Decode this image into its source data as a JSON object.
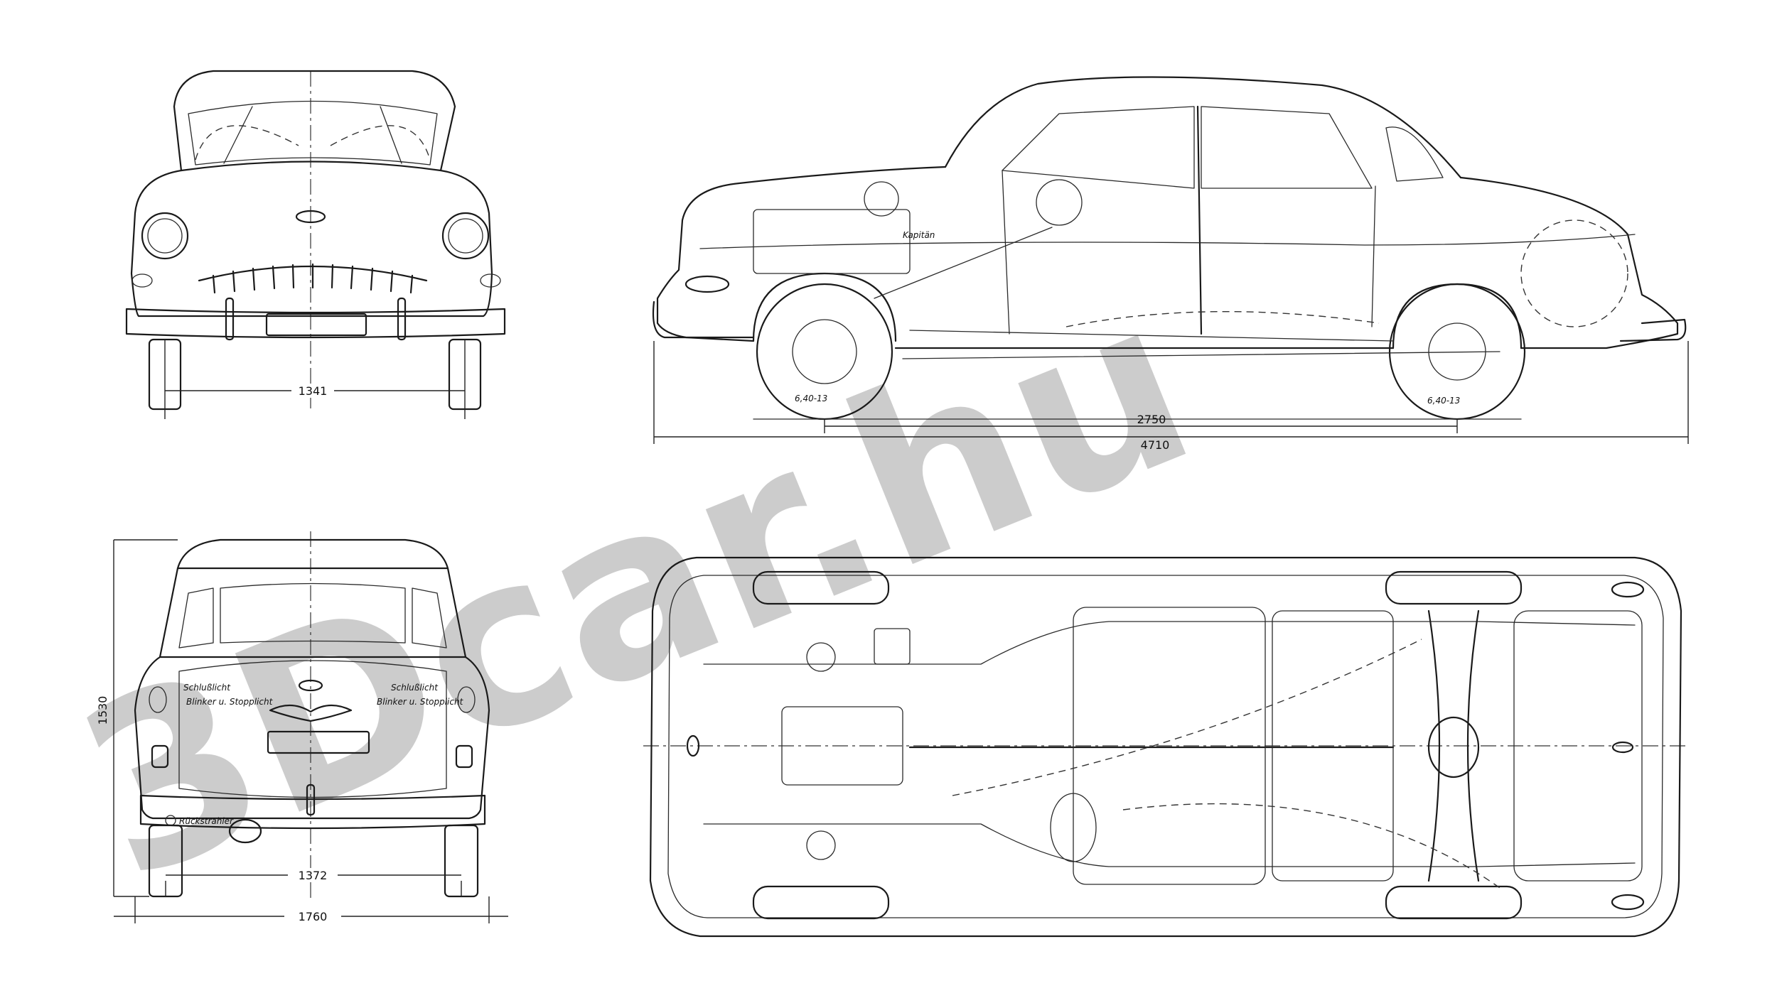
{
  "front_view": {
    "track_label": "1341"
  },
  "side_view": {
    "model_script": "Kapitän",
    "front_tyre": "6,40-13",
    "rear_tyre": "6,40-13",
    "wheelbase": "2750",
    "overall_length": "4710"
  },
  "rear_view": {
    "height": "1530",
    "rear_track": "1372",
    "overall_width": "1760",
    "left_lamp": [
      "Schlußlicht",
      "Blinker u. Stopplicht"
    ],
    "right_lamp": [
      "Schlußlicht",
      "Blinker u. Stopplicht"
    ],
    "reversing_lamp": "Rückstrahler"
  },
  "watermark": {
    "text": "3Dcar.hu",
    "color": "#c4c4c4"
  }
}
